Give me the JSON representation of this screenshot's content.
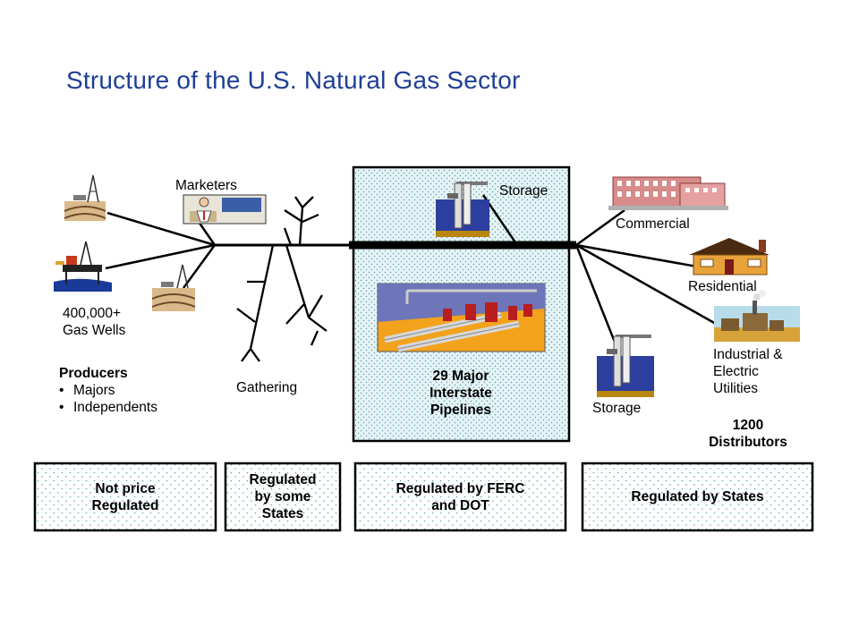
{
  "title": "Structure of the U.S. Natural Gas Sector",
  "labels": {
    "marketers": "Marketers",
    "storage_top": "Storage",
    "commercial": "Commercial",
    "residential": "Residential",
    "industrial": [
      "Industrial &",
      "Electric",
      "Utilities"
    ],
    "storage_bottom": "Storage",
    "distributors": [
      "1200",
      "Distributors"
    ],
    "gas_wells": [
      "400,000+",
      "Gas Wells"
    ],
    "gathering": "Gathering",
    "pipelines": [
      "29 Major",
      "Interstate",
      "Pipelines"
    ]
  },
  "producers": {
    "heading": "Producers",
    "items": [
      "Majors",
      "Independents"
    ]
  },
  "regulation": [
    {
      "lines": [
        "Not price",
        "Regulated"
      ]
    },
    {
      "lines": [
        "Regulated",
        "by some",
        "States"
      ]
    },
    {
      "lines": [
        "Regulated by FERC",
        "and DOT"
      ]
    },
    {
      "lines": [
        "Regulated by States"
      ]
    }
  ],
  "colors": {
    "title": "#1f3f95",
    "stipple_bg": "#ffffff",
    "stipple_dot": "#5aa3b5",
    "line": "#000000"
  }
}
